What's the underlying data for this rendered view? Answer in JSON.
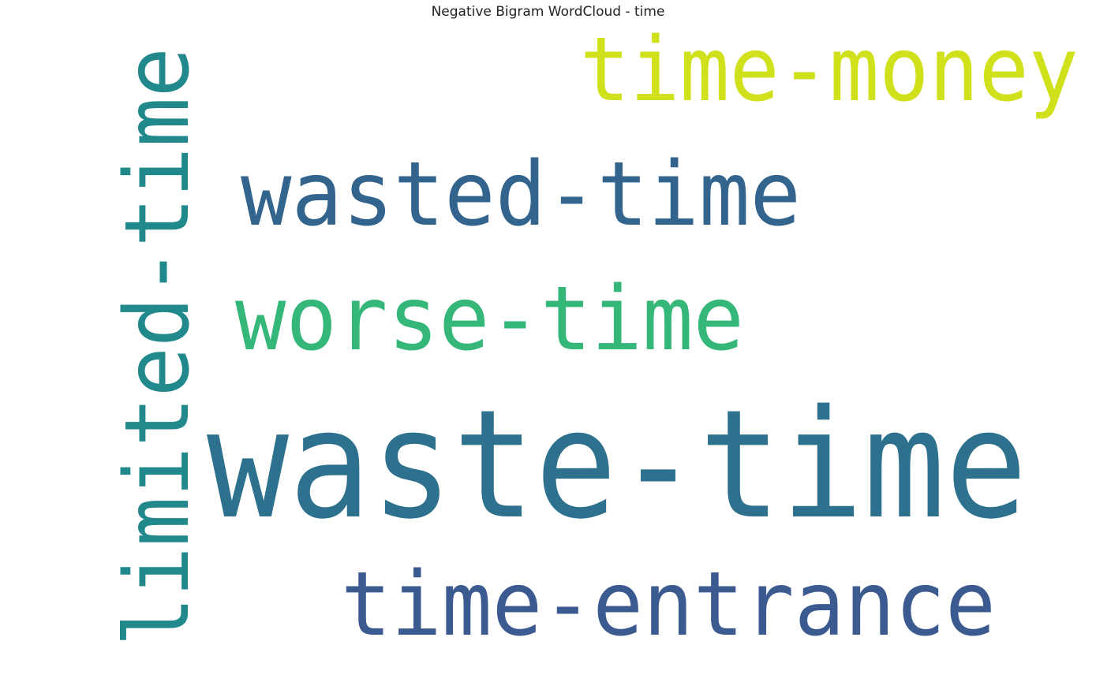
{
  "chart_data": {
    "type": "wordcloud",
    "title": "Negative Bigram WordCloud - time",
    "words": [
      {
        "text": "waste-time",
        "color": "#2e718e"
      },
      {
        "text": "time-entrance",
        "color": "#3b5a8f"
      },
      {
        "text": "wasted-time",
        "color": "#32648e"
      },
      {
        "text": "limited-time",
        "color": "#21888c"
      },
      {
        "text": "worse-time",
        "color": "#35b779"
      },
      {
        "text": "time-money",
        "color": "#d0e11c"
      }
    ],
    "background": "#ffffff",
    "grid": false
  }
}
